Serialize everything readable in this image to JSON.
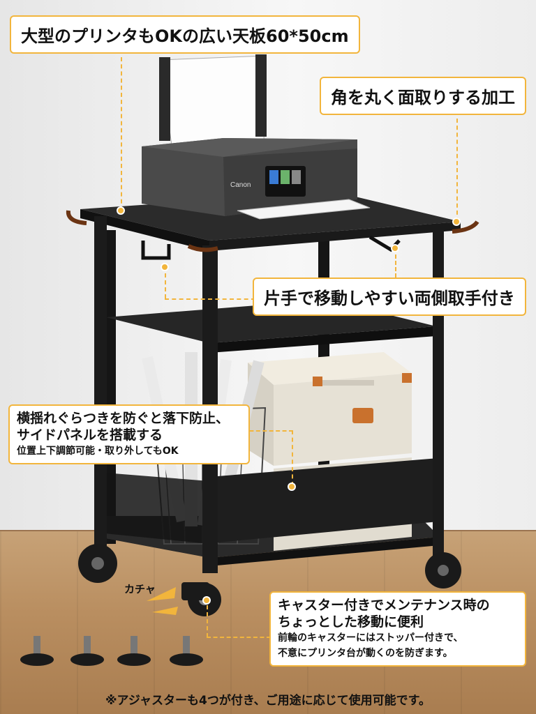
{
  "callouts": {
    "top_panel": "大型のプリンタもOKの広い天板60*50cm",
    "rounded_corners": "角を丸く面取りする加工",
    "handles": "片手で移動しやすい両側取手付き",
    "side_panel_line1": "横揺れぐらつきを防ぐと落下防止、",
    "side_panel_line2": "サイドパネルを搭載する",
    "side_panel_line3": "位置上下調節可能・取り外してもOK",
    "caster_line1": "キャスター付きでメンテナンス時の",
    "caster_line2": "ちょっとした移動に便利",
    "caster_line3": "前輪のキャスターにはストッパー付きで、",
    "caster_line4": "不意にプリンタ台が動くのを防ぎます。"
  },
  "sound_label": "カチャ",
  "printer_brand": "Canon",
  "footnote": "※アジャスターも4つが付き、ご用途に応じて使用可能です。",
  "colors": {
    "accent": "#f2b53c",
    "frame": "#1b1b1b",
    "arrow": "#6b3413"
  }
}
